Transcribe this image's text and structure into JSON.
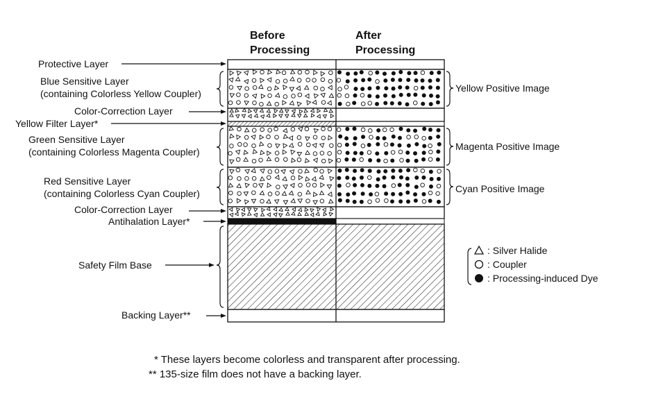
{
  "headers": {
    "before": [
      "Before",
      "Processing"
    ],
    "after": [
      "After",
      "Processing"
    ]
  },
  "left_labels": {
    "protective": "Protective Layer",
    "blue": [
      "Blue Sensitive Layer",
      "(containing Colorless Yellow Coupler)"
    ],
    "color_correction_1": "Color-Correction Layer",
    "yellow_filter": "Yellow Filter Layer*",
    "green": [
      "Green Sensitive Layer",
      "(containing Colorless Magenta Coupler)"
    ],
    "red": [
      "Red Sensitive Layer",
      "(containing Colorless Cyan Coupler)"
    ],
    "color_correction_2": "Color-Correction Layer",
    "antihalation": "Antihalation Layer*",
    "base": "Safety Film Base",
    "backing": "Backing Layer**"
  },
  "right_labels": {
    "yellow": "Yellow Positive Image",
    "magenta": "Magenta Positive Image",
    "cyan": "Cyan Positive Image"
  },
  "legend": {
    "silver_halide": ": Silver Halide",
    "coupler": ": Coupler",
    "dye": ": Processing-induced Dye"
  },
  "footnotes": {
    "single": "* These layers become colorless and transparent after processing.",
    "double": "** 135-size film does not have a backing layer."
  }
}
